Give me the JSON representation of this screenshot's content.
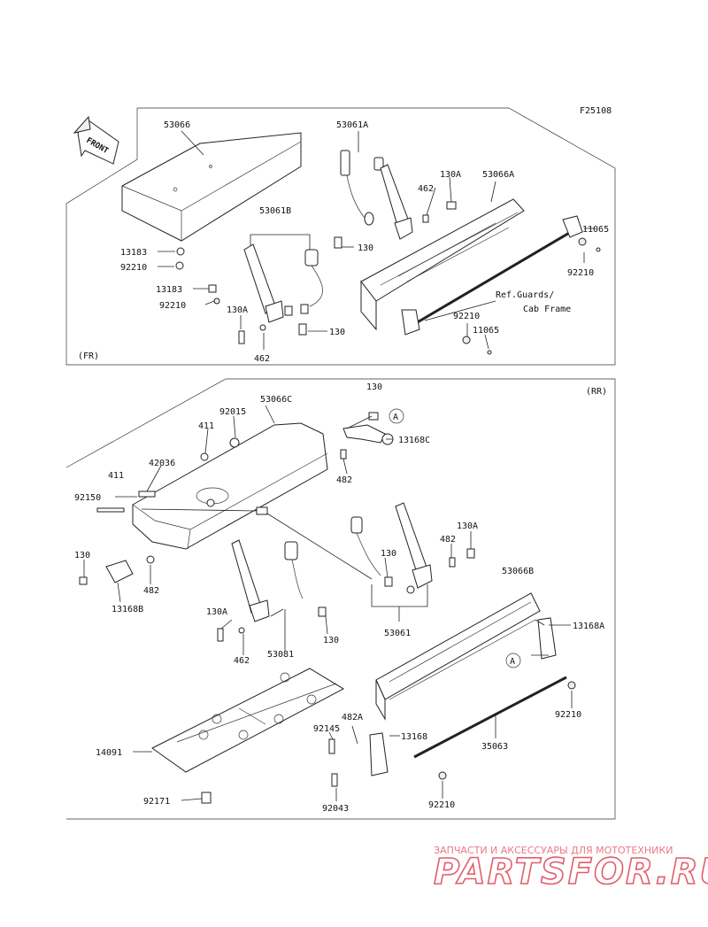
{
  "figure_id": "F25108",
  "front_badge": "FRONT",
  "sections": {
    "front": "(FR)",
    "rear": "(RR)"
  },
  "reference_note": [
    "Ref.Guards/",
    "Cab Frame"
  ],
  "callout_letter": "A",
  "front_parts": {
    "p53066": "53066",
    "p53061A": "53061A",
    "p130A_a": "130A",
    "p462_a": "462",
    "p53066A": "53066A",
    "p53061B": "53061B",
    "p130_a": "130",
    "p11065_a": "11065",
    "p92210_a": "92210",
    "p13183_a": "13183",
    "p92210_b": "92210",
    "p13183_b": "13183",
    "p92210_c": "92210",
    "p130A_b": "130A",
    "p130_b": "130",
    "p462_b": "462",
    "p92210_d": "92210",
    "p11065_b": "11065"
  },
  "rear_parts": {
    "p130_c": "130",
    "p92015": "92015",
    "p53066C": "53066C",
    "p411_a": "411",
    "p13168C": "13168C",
    "p42036": "42036",
    "p411_b": "411",
    "p482_a": "482",
    "p92150": "92150",
    "p130_d": "130",
    "p130A_c": "130A",
    "p482_b": "482",
    "p53066B": "53066B",
    "p130_e": "130",
    "p482_c": "482",
    "p13168B": "13168B",
    "p13168A": "13168A",
    "p130A_d": "130A",
    "p130_f": "130",
    "p53061": "53061",
    "p462_c": "462",
    "p53081": "53081",
    "p92210_e": "92210",
    "p482A": "482A",
    "p14091": "14091",
    "p92145": "92145",
    "p13168": "13168",
    "p35063": "35063",
    "p92210_f": "92210",
    "p92043": "92043",
    "p92171": "92171"
  },
  "watermark": {
    "tagline": "ЗАПЧАСТИ И АКСЕССУАРЫ ДЛЯ МОТОТЕХНИКИ",
    "brand": "PARTSFOR.RU"
  }
}
